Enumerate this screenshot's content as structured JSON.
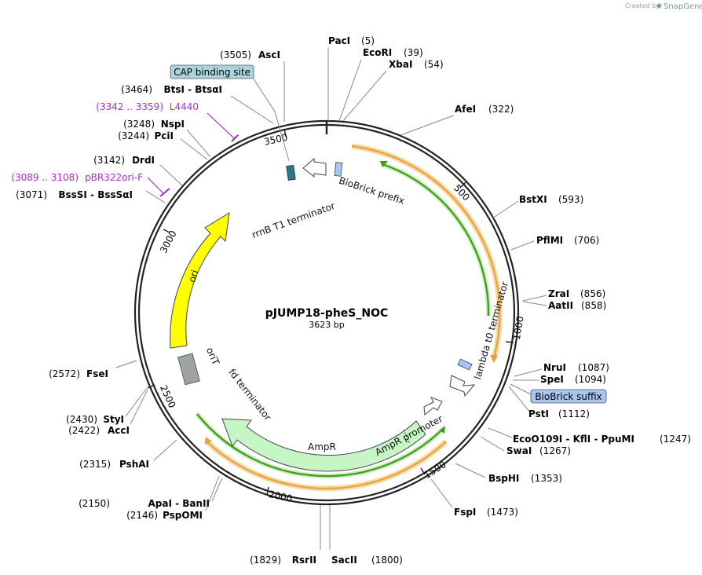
{
  "brand": {
    "created_by": "Created by",
    "product": "SnapGene"
  },
  "plasmid": {
    "name": "pJUMP18-pheS_NOC",
    "size_label": "3623 bp",
    "length": 3623
  },
  "ticks": [
    {
      "pos": 500,
      "label": "500"
    },
    {
      "pos": 1000,
      "label": "1000"
    },
    {
      "pos": 1500,
      "label": "1500"
    },
    {
      "pos": 2000,
      "label": "2000"
    },
    {
      "pos": 2500,
      "label": "2500"
    },
    {
      "pos": 3000,
      "label": "3000"
    },
    {
      "pos": 3500,
      "label": "3500"
    }
  ],
  "sites": [
    {
      "name": "PacI",
      "pos_label": "(5)"
    },
    {
      "name": "EcoRI",
      "pos_label": "(39)"
    },
    {
      "name": "XbaI",
      "pos_label": "(54)"
    },
    {
      "name": "AfeI",
      "pos_label": "(322)"
    },
    {
      "name": "BstXI",
      "pos_label": "(593)"
    },
    {
      "name": "PflMI",
      "pos_label": "(706)"
    },
    {
      "name": "ZraI",
      "pos_label": "(856)"
    },
    {
      "name": "AatII",
      "pos_label": "(858)"
    },
    {
      "name": "NruI",
      "pos_label": "(1087)"
    },
    {
      "name": "SpeI",
      "pos_label": "(1094)"
    },
    {
      "name": "PstI",
      "pos_label": "(1112)"
    },
    {
      "name": "EcoO109I - KflI - PpuMI",
      "pos_label": "(1247)"
    },
    {
      "name": "SwaI",
      "pos_label": "(1267)"
    },
    {
      "name": "BspHI",
      "pos_label": "(1353)"
    },
    {
      "name": "FspI",
      "pos_label": "(1473)"
    },
    {
      "name": "SacII",
      "pos_label": "(1800)"
    },
    {
      "name": "RsrII",
      "pos_label": "(1829)"
    },
    {
      "name": "PspOMI",
      "pos_label": "(2146)"
    },
    {
      "name": "ApaI - BanII",
      "pos_label": "(2150)"
    },
    {
      "name": "PshAI",
      "pos_label": "(2315)"
    },
    {
      "name": "AccI",
      "pos_label": "(2422)"
    },
    {
      "name": "StyI",
      "pos_label": "(2430)"
    },
    {
      "name": "FseI",
      "pos_label": "(2572)"
    },
    {
      "name": "BssSI - BssSαI",
      "pos_label": "(3071)"
    },
    {
      "name": "DrdI",
      "pos_label": "(3142)"
    },
    {
      "name": "PciI",
      "pos_label": "(3244)"
    },
    {
      "name": "NspI",
      "pos_label": "(3248)"
    },
    {
      "name": "BtsI - BtsαI",
      "pos_label": "(3464)"
    },
    {
      "name": "AscI",
      "pos_label": "(3505)"
    }
  ],
  "primers": [
    {
      "name": "L4440",
      "range_label": "(3342 .. 3359)"
    },
    {
      "name": "pBR322ori-F",
      "range_label": "(3089 .. 3108)"
    }
  ],
  "boxed_features": [
    {
      "name": "CAP binding site",
      "color": "#a9d4e0"
    },
    {
      "name": "BioBrick suffix",
      "color": "#a8c6f2"
    }
  ],
  "features": [
    {
      "name": "rrnB T1 terminator",
      "color": "#2b7a8c"
    },
    {
      "name": "BioBrick prefix",
      "color": "#a8c6f2"
    },
    {
      "name": "lambda t0 terminator",
      "color": "#a8c6f2"
    },
    {
      "name": "AmpR promoter",
      "color": "#c6f5c6"
    },
    {
      "name": "AmpR",
      "color": "#c6f5c6"
    },
    {
      "name": "fd terminator",
      "color": "#ffffff"
    },
    {
      "name": "oriT",
      "color": "#a0a3a6"
    },
    {
      "name": "ori",
      "color": "#ffff00"
    }
  ],
  "colors": {
    "orf_orange": "#e9a23b",
    "orf_green": "#3c9c1e",
    "backbone": "#222222"
  }
}
